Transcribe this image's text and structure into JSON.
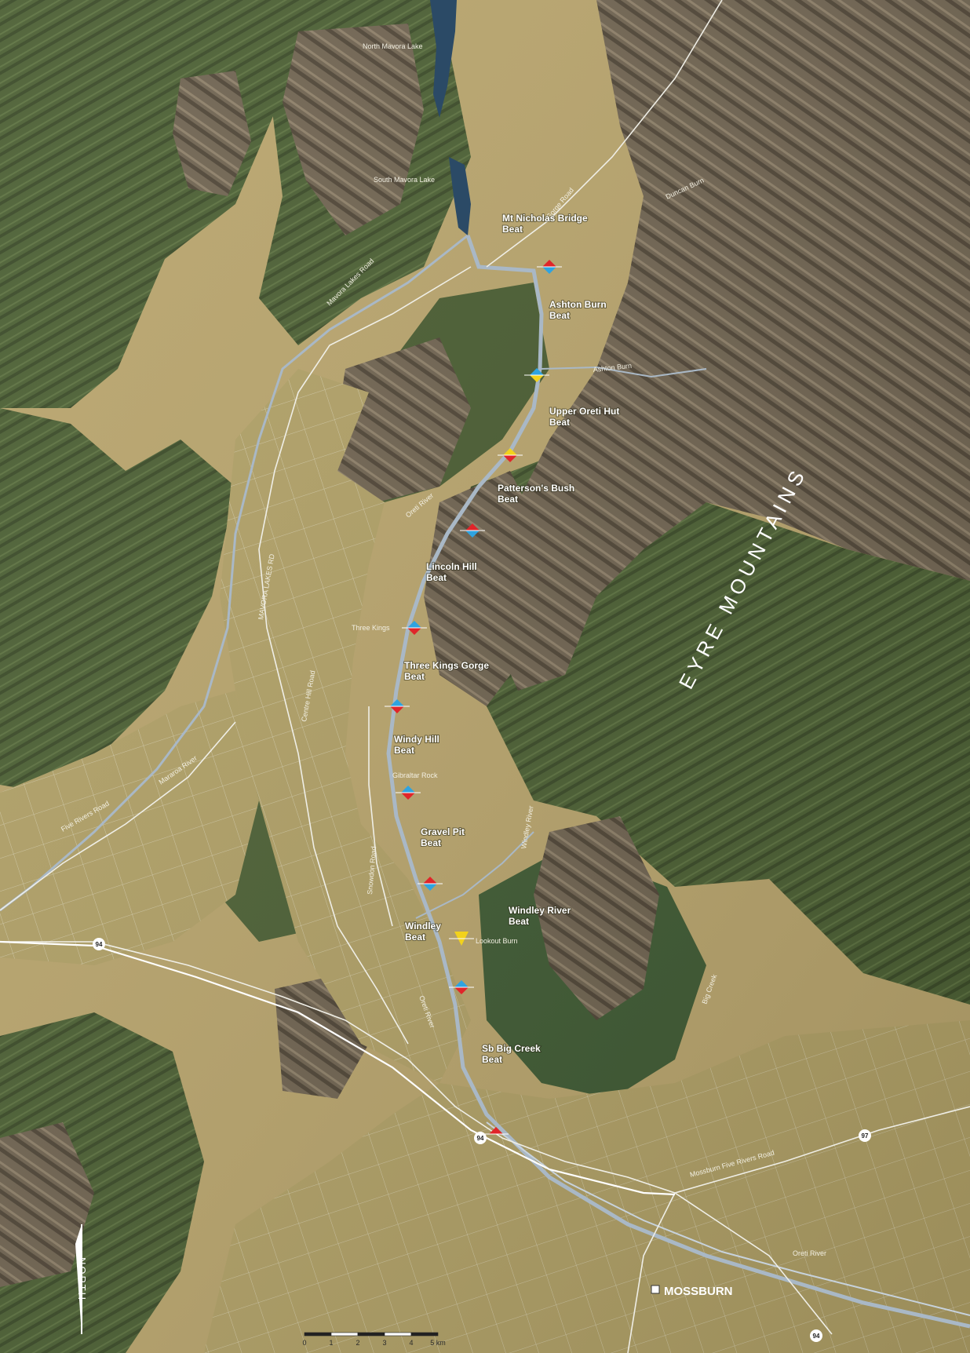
{
  "map": {
    "region_label": "EYRE MOUNTAINS",
    "town_label": "MOSSBURN",
    "north_label": "NORTH",
    "colors": {
      "forest": "#4a5e32",
      "forest_dark": "#3b4b28",
      "tussock": "#b9a570",
      "farmland": "#a89a60",
      "mountain_brown": "#7a6a55",
      "river": "#9fb0c0",
      "lake": "#2b4a66",
      "road": "#efeee6"
    },
    "lakes": [
      "North Mavora Lake",
      "South Mavora Lake"
    ],
    "rivers": [
      "Oreti River",
      "Oreti River",
      "Oreti River"
    ],
    "beats": [
      "Mt Nicholas Bridge Beat",
      "Ashton Burn Beat",
      "Upper Oreti Hut Beat",
      "Patterson's Bush Beat",
      "Lincoln Hill Beat",
      "Three Kings Gorge Beat",
      "Windy Hill Beat",
      "Gravel Pit Beat",
      "Windley River Beat",
      "Windley Beat",
      "Sb Big Creek Beat"
    ],
    "places": [
      "Three Kings",
      "Gibraltar Rock"
    ],
    "streams": [
      "Ashton Burn",
      "Windley River",
      "Lookout Burn",
      "Mararoa River",
      "Duncan Burn",
      "Big Creek"
    ],
    "road_names": [
      "MAVORA LAKES RD",
      "Mavora Lakes Road",
      "Centre Hill Road",
      "Snowdon Road",
      "Five Rivers Road",
      "Mossburn Five Rivers Road",
      "Gorge Road"
    ],
    "highway_numbers": [
      "94",
      "94",
      "97",
      "94"
    ],
    "markers": [
      {
        "type": "red-blue",
        "beat": "Mt Nicholas Bridge Beat"
      },
      {
        "type": "blue-yellow",
        "beat": "Ashton Burn Beat"
      },
      {
        "type": "yellow-red",
        "beat": "Upper Oreti Hut Beat"
      },
      {
        "type": "red-blue",
        "beat": "Patterson's Bush Beat"
      },
      {
        "type": "blue-red",
        "beat": "Lincoln Hill Beat"
      },
      {
        "type": "blue-red",
        "beat": "Three Kings Gorge Beat"
      },
      {
        "type": "blue-red",
        "beat": "Windy Hill Beat"
      },
      {
        "type": "red-blue",
        "beat": "Gravel Pit Beat"
      },
      {
        "type": "yellow",
        "beat": "Windley Beat"
      },
      {
        "type": "blue-red",
        "beat": "Windley Beat"
      },
      {
        "type": "red",
        "beat": "Sb Big Creek Beat"
      }
    ],
    "scale": {
      "ticks": [
        "0",
        "1",
        "2",
        "3",
        "4",
        "5 km"
      ]
    }
  }
}
